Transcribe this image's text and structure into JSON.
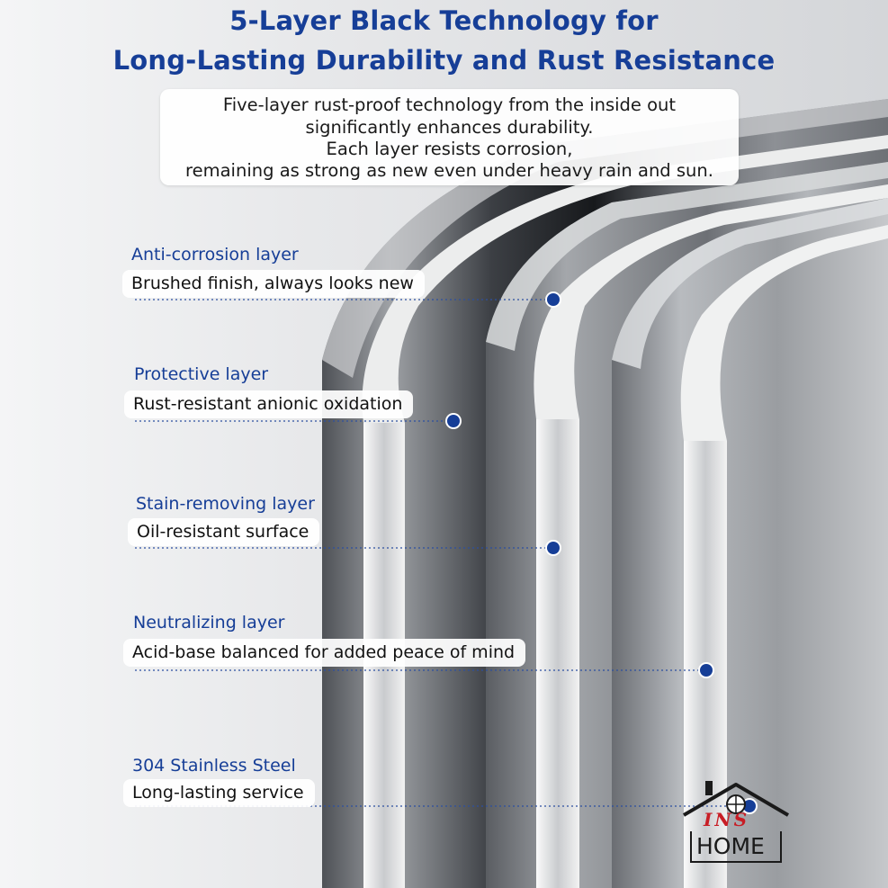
{
  "header": {
    "title_line1": "5-Layer Black Technology for",
    "title_line2": "Long-Lasting Durability and Rust Resistance"
  },
  "intro": {
    "lines": [
      "Five-layer rust-proof technology from the inside out",
      "significantly enhances durability.",
      "Each layer resists corrosion,",
      "remaining as strong as new even under heavy rain and sun."
    ]
  },
  "layers": [
    {
      "name": "Anti-corrosion layer",
      "description": "Brushed finish, always looks new"
    },
    {
      "name": "Protective layer",
      "description": "Rust-resistant anionic oxidation"
    },
    {
      "name": "Stain-removing layer",
      "description": "Oil-resistant surface"
    },
    {
      "name": "Neutralizing layer",
      "description": "Acid-base balanced for added peace of mind"
    },
    {
      "name": "304 Stainless Steel",
      "description": "Long-lasting service"
    }
  ],
  "brand": {
    "ins": "INS",
    "home": "HOME"
  },
  "colors": {
    "title": "#163e97",
    "marker": "#163e97",
    "logo_red": "#c81d25"
  },
  "icons": [
    "house-roof-logo",
    "layer-marker-dot"
  ]
}
